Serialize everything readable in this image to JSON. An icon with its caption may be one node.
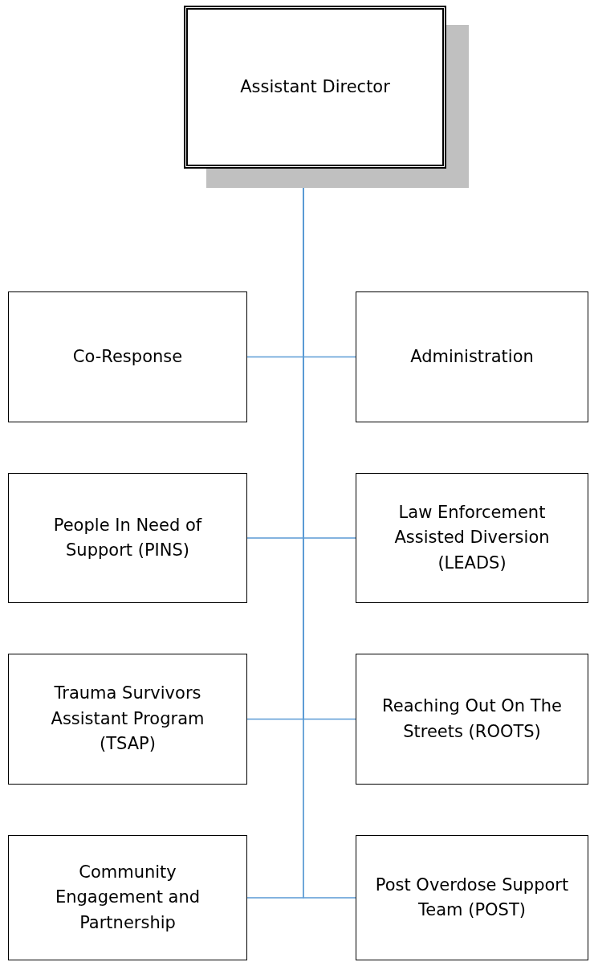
{
  "diagram": {
    "nodes": [
      {
        "text": [
          "Assistant Director"
        ]
      },
      {
        "text": [
          "Co-Response"
        ]
      },
      {
        "text": [
          "Administration"
        ]
      },
      {
        "text": [
          "People In Need of Support (PINS)"
        ]
      },
      {
        "text": [
          "Law Enforcement Assisted Diversion (LEADS)"
        ]
      },
      {
        "text": [
          "Trauma Survivors Assistant Program (TSAP)"
        ]
      },
      {
        "text": [
          "Reaching Out On The Streets (ROOTS)"
        ]
      },
      {
        "text": [
          "Community Engagement and Partnership"
        ]
      },
      {
        "text": [
          "Post Overdose Support Team (POST)"
        ]
      }
    ],
    "edges": [
      {
        "from": 0,
        "to": 1,
        "arrow": "none",
        "color": "#5b9bd5"
      },
      {
        "from": 0,
        "to": 2,
        "arrow": "none",
        "color": "#5b9bd5"
      },
      {
        "from": 0,
        "to": 3,
        "arrow": "none",
        "color": "#5b9bd5"
      },
      {
        "from": 0,
        "to": 4,
        "arrow": "none",
        "color": "#5b9bd5"
      },
      {
        "from": 0,
        "to": 5,
        "arrow": "none",
        "color": "#5b9bd5"
      },
      {
        "from": 0,
        "to": 6,
        "arrow": "none",
        "color": "#5b9bd5"
      },
      {
        "from": 0,
        "to": 7,
        "arrow": "none",
        "color": "#5b9bd5"
      },
      {
        "from": 0,
        "to": 8,
        "arrow": "none",
        "color": "#5b9bd5"
      }
    ]
  }
}
